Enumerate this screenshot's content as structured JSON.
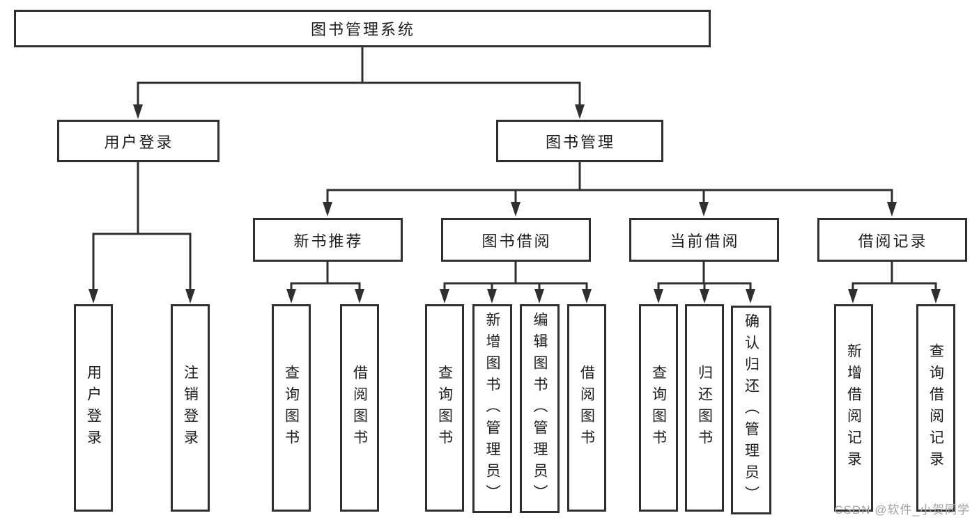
{
  "diagram": {
    "root": {
      "label": "图书管理系统"
    },
    "children": [
      {
        "label": "用户登录",
        "children": [
          {
            "label": "用户登录"
          },
          {
            "label": "注销登录"
          }
        ]
      },
      {
        "label": "图书管理",
        "children": [
          {
            "label": "新书推荐",
            "children": [
              {
                "label": "查询图书"
              },
              {
                "label": "借阅图书"
              }
            ]
          },
          {
            "label": "图书借阅",
            "children": [
              {
                "label": "查询图书"
              },
              {
                "label": "新增图书（管理员）"
              },
              {
                "label": "编辑图书（管理员）"
              },
              {
                "label": "借阅图书"
              }
            ]
          },
          {
            "label": "当前借阅",
            "children": [
              {
                "label": "查询图书"
              },
              {
                "label": "归还图书"
              },
              {
                "label": "确认归还（管理员）"
              }
            ]
          },
          {
            "label": "借阅记录",
            "children": [
              {
                "label": "新增借阅记录"
              },
              {
                "label": "查询借阅记录"
              }
            ]
          }
        ]
      }
    ]
  },
  "watermark": {
    "label": "CSDN @软件_小贺同学"
  },
  "colors": {
    "line": "#2f2f2f",
    "text": "#1c1c1c",
    "watermark": "#a0a3a6",
    "background": "#ffffff"
  }
}
